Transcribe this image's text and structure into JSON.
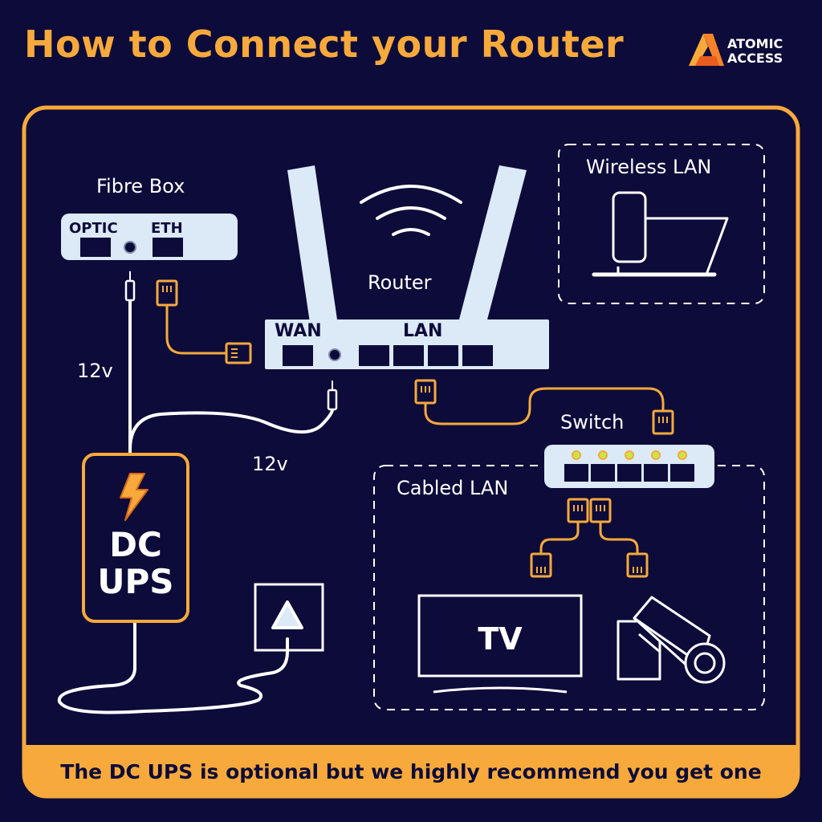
{
  "title": "How to Connect your Router",
  "brand": {
    "line1": "ATOMIC",
    "line2": "ACCESS"
  },
  "fibre_box": {
    "label": "Fibre Box",
    "port_optic": "OPTIC",
    "port_eth": "ETH"
  },
  "router": {
    "label": "Router",
    "port_wan": "WAN",
    "port_lan": "LAN"
  },
  "wireless": {
    "label": "Wireless LAN"
  },
  "switch": {
    "label": "Switch"
  },
  "cabled": {
    "label": "Cabled LAN"
  },
  "voltage": {
    "fibre": "12v",
    "router": "12v"
  },
  "ups": {
    "line1": "DC",
    "line2": "UPS"
  },
  "tv": {
    "label": "TV"
  },
  "footer": {
    "text": "The DC UPS is optional but we highly recommend you get one"
  },
  "colors": {
    "background": "#0c0b3a",
    "accent": "#f7a93b",
    "device": "#dce9f7",
    "line": "#ffffff"
  }
}
